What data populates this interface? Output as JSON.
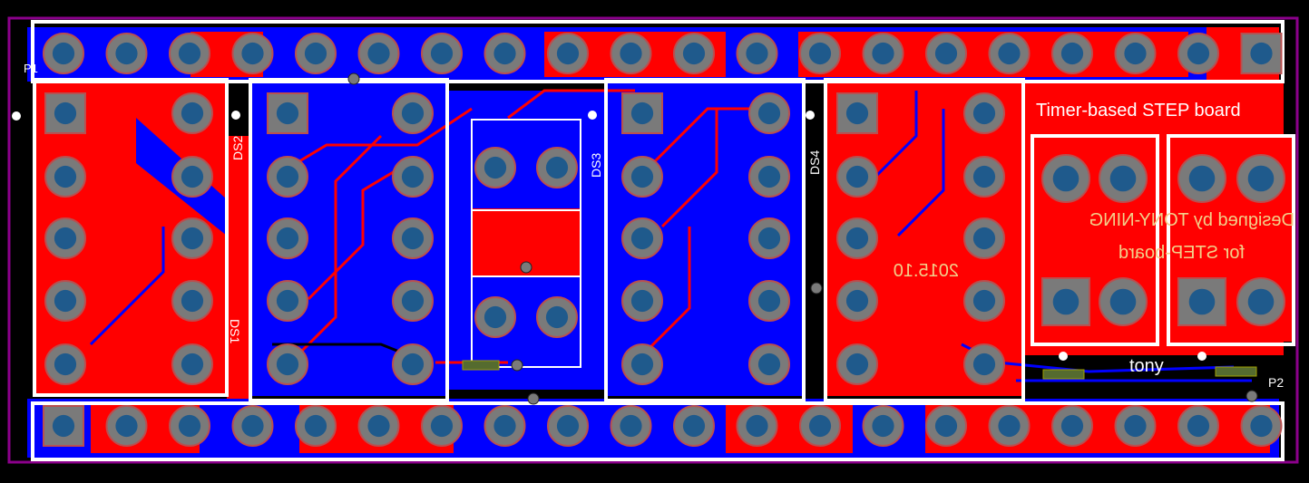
{
  "board": {
    "title": "Timer-based STEP board",
    "author": "tony",
    "date": "2015.10",
    "credit_line1": "Designed by TONY-NING",
    "credit_line2": "for STEP-board"
  },
  "designators": {
    "p1": "P1",
    "p2": "P2",
    "ds1": "DS1",
    "ds2": "DS2",
    "ds3": "DS3",
    "ds4": "DS4"
  },
  "header_pins": {
    "top_count": 20,
    "bottom_count": 20
  },
  "colors": {
    "background": "#000000",
    "top_copper": "#ff0000",
    "bottom_copper": "#0000ff",
    "silkscreen": "#ffffff",
    "board_outline": "#8b008b",
    "pad": "#7a7a7a",
    "drill": "#1f5a8c"
  }
}
